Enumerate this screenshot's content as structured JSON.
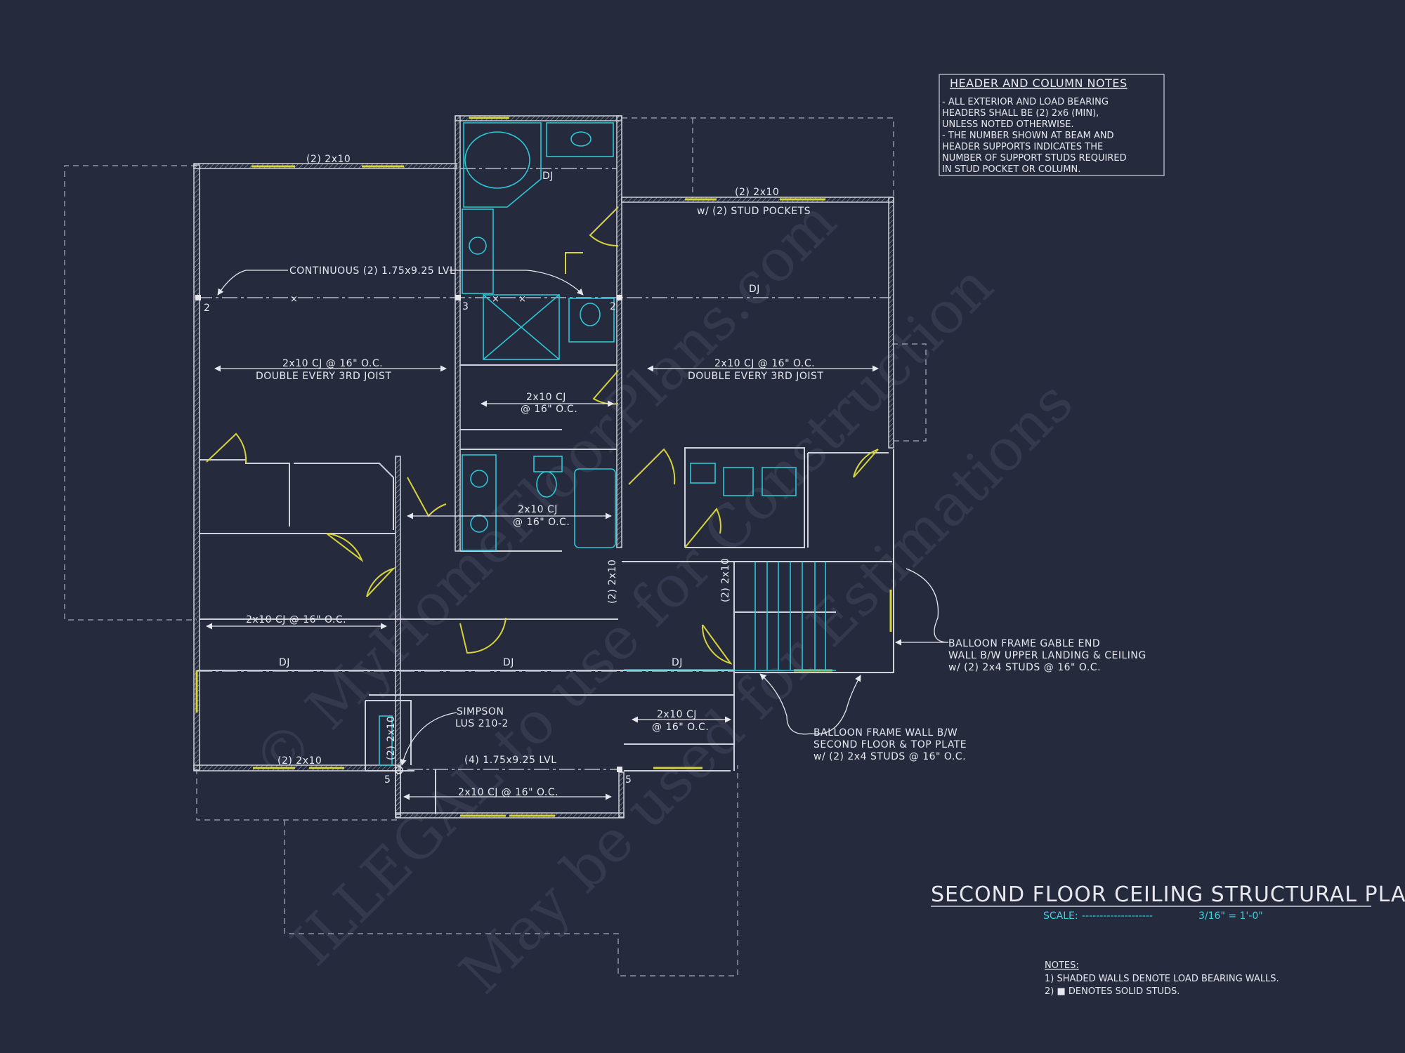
{
  "header_notes": {
    "title": "HEADER AND COLUMN NOTES",
    "lines": [
      "- ALL EXTERIOR AND LOAD BEARING",
      "HEADERS SHALL BE (2) 2x6 (MIN),",
      "UNLESS NOTED OTHERWISE.",
      "- THE NUMBER SHOWN AT BEAM AND",
      "HEADER SUPPORTS INDICATES THE",
      "NUMBER OF SUPPORT STUDS REQUIRED",
      "IN STUD POCKET OR COLUMN."
    ]
  },
  "plan_title": "SECOND FLOOR CEILING STRUCTURAL PLAN",
  "scale": {
    "label": "SCALE:",
    "dashes": "--------------------",
    "value": "3/16\" = 1'-0\""
  },
  "notes": {
    "title": "NOTES:",
    "items": [
      "1) SHADED WALLS DENOTE LOAD BEARING WALLS.",
      "2) ■ DENOTES SOLID STUDS."
    ]
  },
  "labels": {
    "header_top_left": "(2) 2x10",
    "header_top_right": "(2) 2x10",
    "stud_pockets": "w/ (2) STUD POCKETS",
    "continuous_lvl": "CONTINUOUS (2) 1.75x9.25 LVL",
    "dj": "DJ",
    "cj_left_1": "2x10 CJ @ 16\" O.C.",
    "cj_left_2": "DOUBLE EVERY 3RD JOIST",
    "cj_right_1": "2x10 CJ @ 16\" O.C.",
    "cj_right_2": "DOUBLE EVERY 3RD JOIST",
    "cj_hall_1": "2x10 CJ",
    "cj_hall_2": "@ 16\" O.C.",
    "cj_bath_1": "2x10 CJ",
    "cj_bath_2": "@ 16\" O.C.",
    "cj_lower_left": "2x10 CJ @ 16\" O.C.",
    "cj_stair_1": "2x10 CJ",
    "cj_stair_2": "@ 16\" O.C.",
    "cj_bottom": "2x10 CJ @ 16\" O.C.",
    "vert_header_1": "(2) 2x10",
    "vert_header_2": "(2) 2x10",
    "vert_header_3": "(2) 2x10",
    "bottom_header": "(2) 2x10",
    "simpson_1": "SIMPSON",
    "simpson_2": "LUS 210-2",
    "lvl_4": "(4) 1.75x9.25 LVL",
    "num_2a": "2",
    "num_3": "3",
    "num_2b": "2",
    "num_5a": "5",
    "num_5b": "5",
    "balloon_gable_1": "BALLOON FRAME GABLE END",
    "balloon_gable_2": "WALL B/W UPPER LANDING & CEILING",
    "balloon_gable_3": "w/ (2) 2x4 STUDS @ 16\" O.C.",
    "balloon_wall_1": "BALLOON FRAME WALL B/W",
    "balloon_wall_2": "SECOND FLOOR & TOP PLATE",
    "balloon_wall_3": "w/ (2) 2x4 STUDS @ 16\" O.C."
  },
  "watermark": [
    "© MyHomeFloorPlans.com",
    "ILLEGAL to use for Construction",
    "May be used for Estimations"
  ],
  "colors": {
    "background": "#252a3d",
    "line": "#cfd2da",
    "door": "#d7d33a",
    "fixture": "#2cc6d6",
    "scale": "#3fd0e0"
  }
}
